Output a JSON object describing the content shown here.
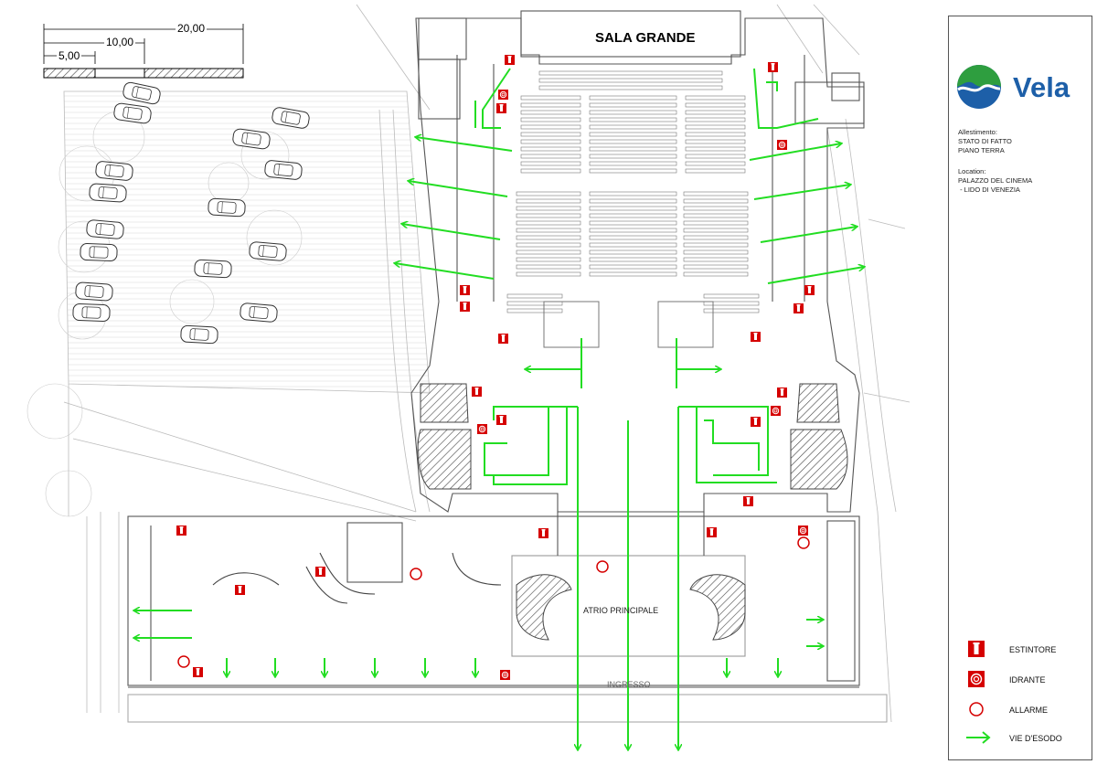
{
  "scale_bar": {
    "label_20": "20,00",
    "label_10": "10,00",
    "label_5": "5,00"
  },
  "plan": {
    "title": "SALA GRANDE",
    "atrium_label": "ATRIO PRINCIPALE",
    "entrance_label": "INGRESSO"
  },
  "brand": {
    "name": "Vela",
    "colors": {
      "blue": "#1d5fa8",
      "green": "#2e9e3f"
    }
  },
  "info": {
    "allestimento": "Allestimento:\nSTATO DI FATTO\nPIANO TERRA",
    "location": "Location:\nPALAZZO DEL CINEMA\n - LIDO DI VENEZIA"
  },
  "legend": [
    {
      "icon": "extinguisher-icon",
      "label": "ESTINTORE"
    },
    {
      "icon": "hydrant-icon",
      "label": "IDRANTE"
    },
    {
      "icon": "alarm-icon",
      "label": "ALLARME"
    },
    {
      "icon": "exit-arrow-icon",
      "label": "VIE D'ESODO"
    }
  ],
  "colors": {
    "exit_route": "#22dd22",
    "safety_red": "#d50000",
    "line": "#9a9a9a"
  }
}
